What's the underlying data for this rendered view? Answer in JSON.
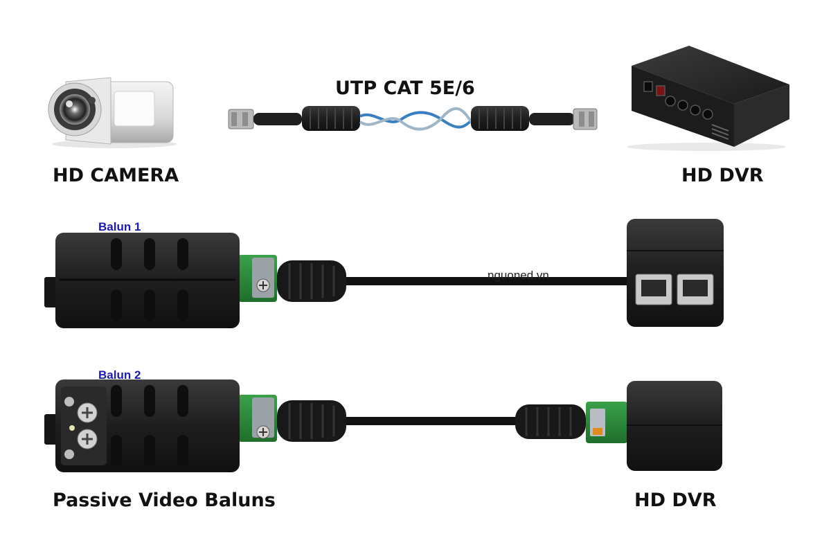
{
  "labels": {
    "camera": "HD CAMERA",
    "cable": "UTP CAT 5E/6",
    "dvr_top": "HD DVR",
    "balun1": "Balun 1",
    "balun2": "Balun 2",
    "watermark": "nguoned.vn",
    "passive": "Passive Video Baluns",
    "dvr_bottom": "HD DVR"
  },
  "icons": {
    "camera": "cctv-camera-icon",
    "cable": "twisted-pair-cable-icon",
    "dvr": "dvr-recorder-icon"
  },
  "colors": {
    "balun_label": "#1a1ab8",
    "body": "#1c1c1c",
    "pcb": "#2f8f3c",
    "cable_pair": "#3a7fc0"
  }
}
